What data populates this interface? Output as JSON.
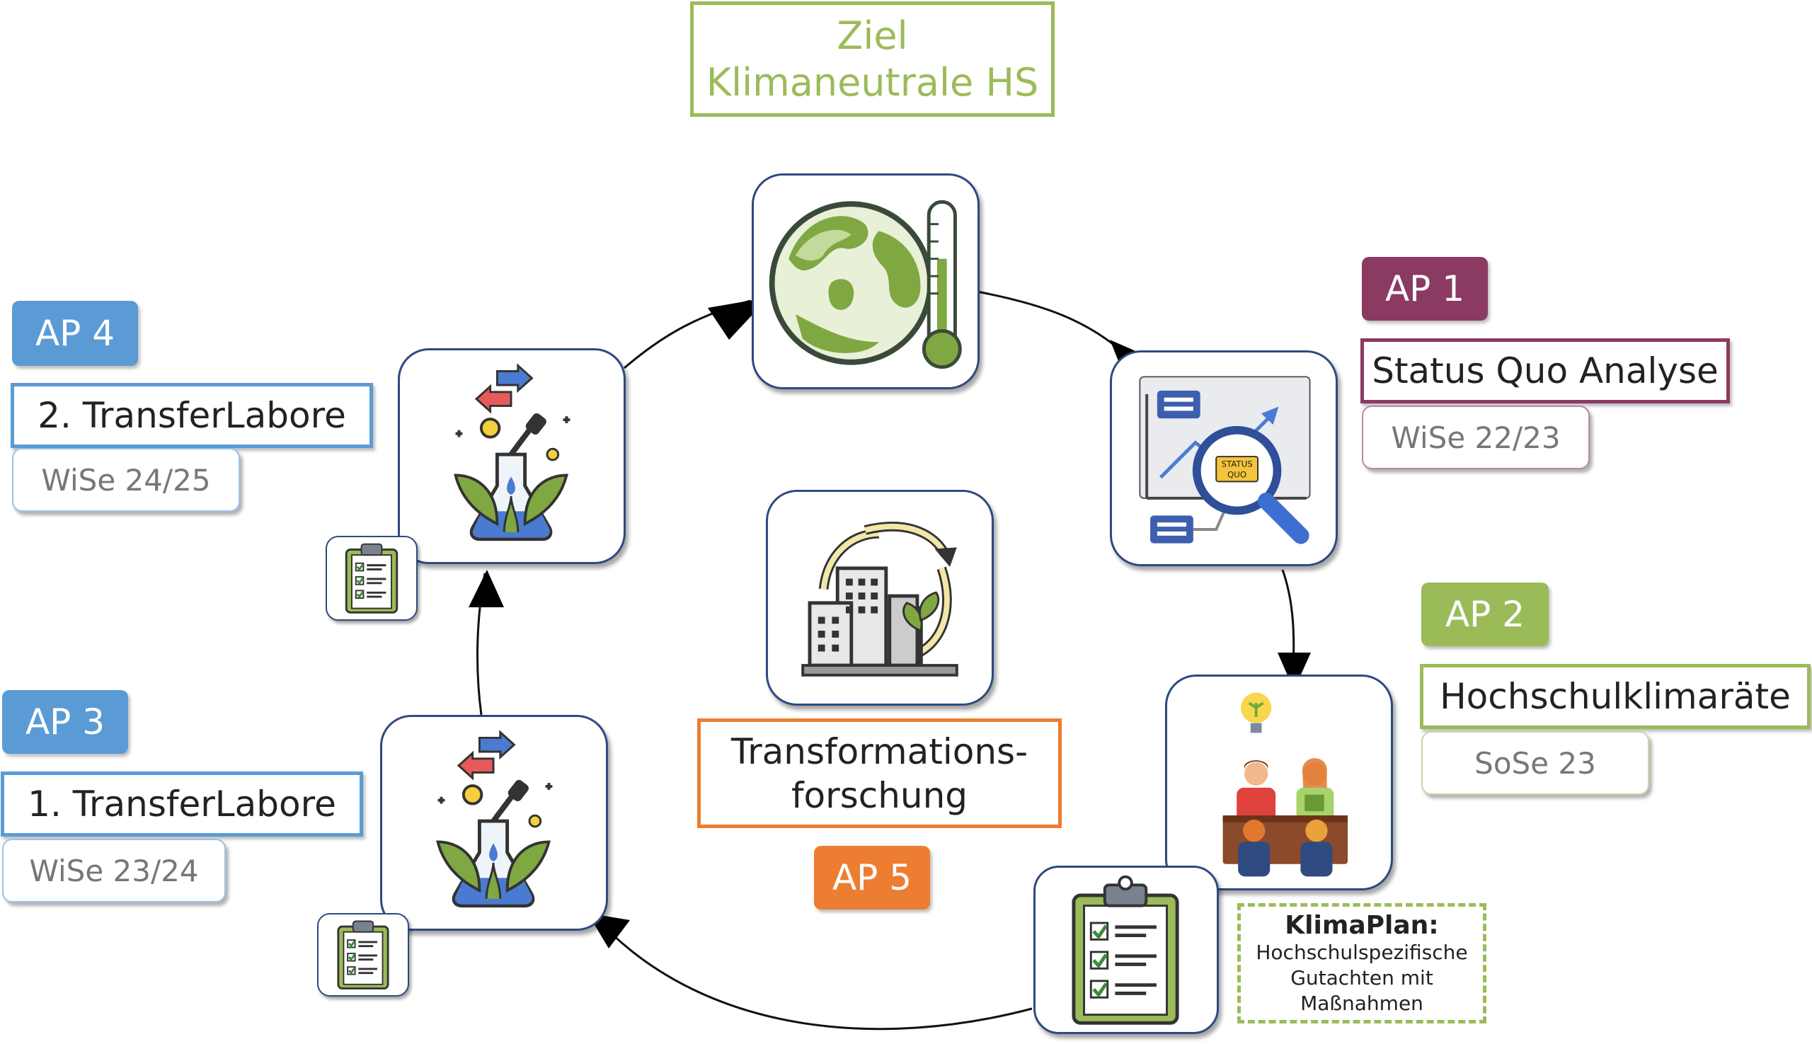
{
  "goal": {
    "line1": "Ziel",
    "line2": "Klimaneutrale HS"
  },
  "ap1": {
    "badge": "AP 1",
    "title": "Status Quo Analyse",
    "semester": "WiSe 22/23"
  },
  "ap2": {
    "badge": "AP 2",
    "title": "Hochschulklimaräte",
    "semester": "SoSe 23"
  },
  "ap3": {
    "badge": "AP 3",
    "title": "1. TransferLabore",
    "semester": "WiSe 23/24"
  },
  "ap4": {
    "badge": "AP 4",
    "title": "2. TransferLabore",
    "semester": "WiSe 24/25"
  },
  "ap5": {
    "badge": "AP 5",
    "title_line1": "Transformations-",
    "title_line2": "forschung"
  },
  "klimaplan": {
    "title": "KlimaPlan:",
    "line1": "Hochschulspezifische",
    "line2": "Gutachten mit",
    "line3": "Maßnahmen"
  },
  "status_sign": {
    "line1": "STATUS",
    "line2": "QUO"
  },
  "icons": [
    "globe-thermometer-icon",
    "status-quo-analysis-icon",
    "council-meeting-icon",
    "checklist-icon",
    "lab-flask-plants-icon",
    "sustainable-city-icon"
  ],
  "colors": {
    "ap1": "#8b3a62",
    "ap2": "#9bbb59",
    "ap3": "#5b9bd5",
    "ap4": "#5b9bd5",
    "ap5": "#ed7d31",
    "card_border": "#2e4a80"
  }
}
